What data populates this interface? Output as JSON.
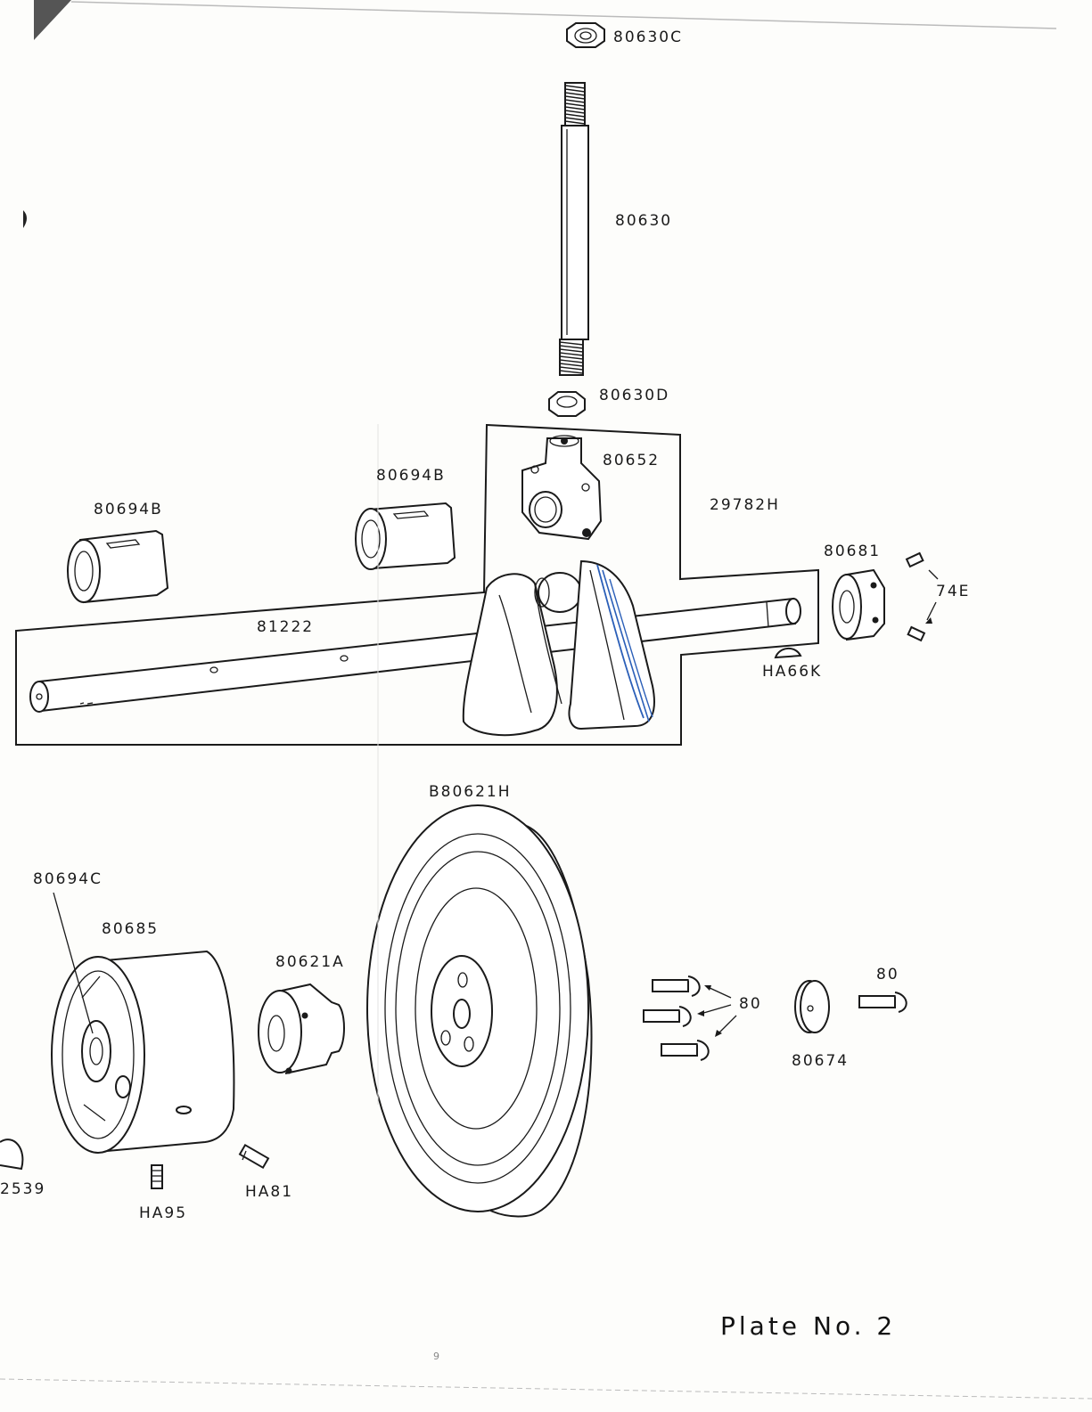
{
  "plate": {
    "word": "Plate",
    "number": "No. 2"
  },
  "parts": [
    {
      "key": "p80630C",
      "label": "80630C"
    },
    {
      "key": "p80630",
      "label": "80630"
    },
    {
      "key": "p80630D",
      "label": "80630D"
    },
    {
      "key": "p80652",
      "label": "80652"
    },
    {
      "key": "p80694B_a",
      "label": "80694B"
    },
    {
      "key": "p80694B_b",
      "label": "80694B"
    },
    {
      "key": "p29782H",
      "label": "29782H"
    },
    {
      "key": "p80681",
      "label": "80681"
    },
    {
      "key": "p74E",
      "label": "74E"
    },
    {
      "key": "p81222",
      "label": "81222"
    },
    {
      "key": "pHA66K",
      "label": "HA66K"
    },
    {
      "key": "pB80621H",
      "label": "B80621H"
    },
    {
      "key": "p80694C",
      "label": "80694C"
    },
    {
      "key": "p80685",
      "label": "80685"
    },
    {
      "key": "p80621A",
      "label": "80621A"
    },
    {
      "key": "p80_a",
      "label": "80"
    },
    {
      "key": "p80_b",
      "label": "80"
    },
    {
      "key": "p80674",
      "label": "80674"
    },
    {
      "key": "p2539",
      "label": "2539"
    },
    {
      "key": "pHA95",
      "label": "HA95"
    },
    {
      "key": "pHA81",
      "label": "HA81"
    }
  ],
  "page_mark": "9"
}
